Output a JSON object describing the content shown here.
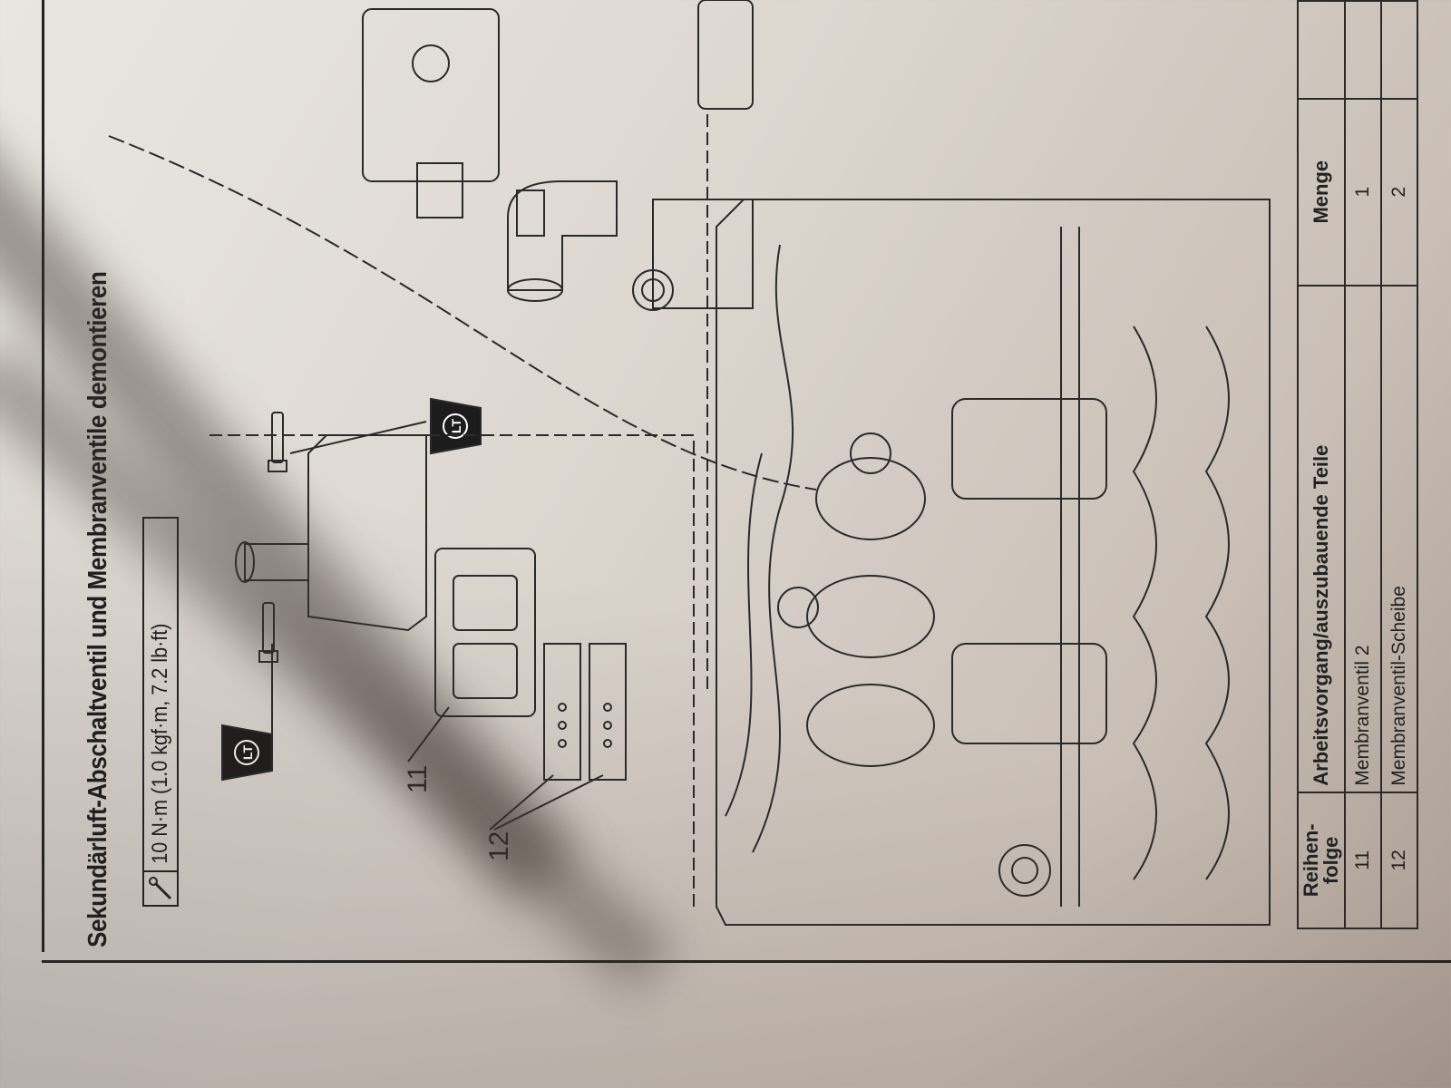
{
  "title": "Sekundärluft-Abschaltventil und Membranventile demontieren",
  "torque": {
    "icon": "torque-wrench-icon",
    "text": "10 N·m (1.0 kgf·m, 7.2 lb·ft)"
  },
  "badges": {
    "lt": "LT"
  },
  "callouts": {
    "part11": "11",
    "part12": "12"
  },
  "table": {
    "headers": {
      "order": "Reihen-\nfolge",
      "order_line1": "Reihen-",
      "order_line2": "folge",
      "job": "Arbeitsvorgang/auszubauende Teile",
      "qty": "Menge"
    },
    "rows": [
      {
        "order": "11",
        "part": "Membranventil 2",
        "qty": "1"
      },
      {
        "order": "12",
        "part": "Membranventil-Scheibe",
        "qty": "2"
      }
    ]
  }
}
